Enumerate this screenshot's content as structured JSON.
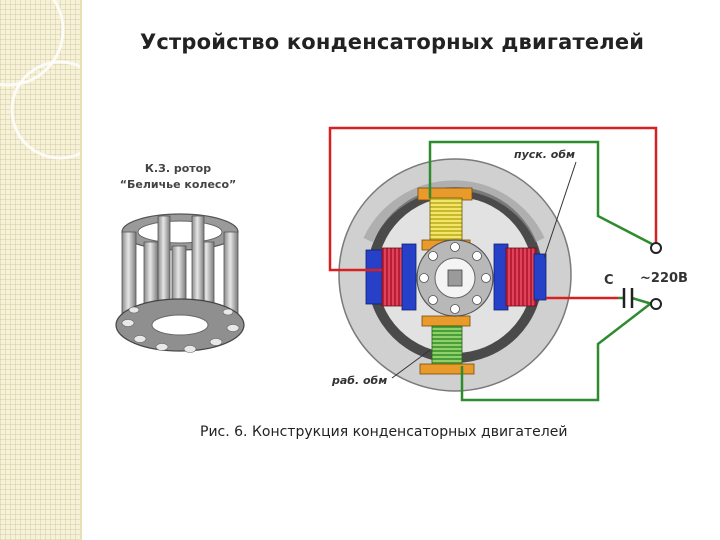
{
  "slide": {
    "title": "Устройство конденсаторных двигателей",
    "caption": "Рис. 6. Конструкция конденсаторных двигателей"
  },
  "rotor_image": {
    "label_line1": "К.З. ротор",
    "label_line2": "“Беличье колесо”"
  },
  "motor_diagram": {
    "start_winding_label": "пуск. обм",
    "work_winding_label": "раб. обм",
    "capacitor_label": "C",
    "voltage_label": "~220В"
  },
  "colors": {
    "start_wire": "#2e8b2e",
    "work_wire": "#d82020",
    "stator_ring": "#c9c9c9",
    "pole_blue": "#2740c8",
    "coil_red": "#c8283c",
    "coil_yellow": "#e6d84a",
    "pole_orange": "#e89a2a",
    "accent_strip": "#f6f1d9"
  }
}
